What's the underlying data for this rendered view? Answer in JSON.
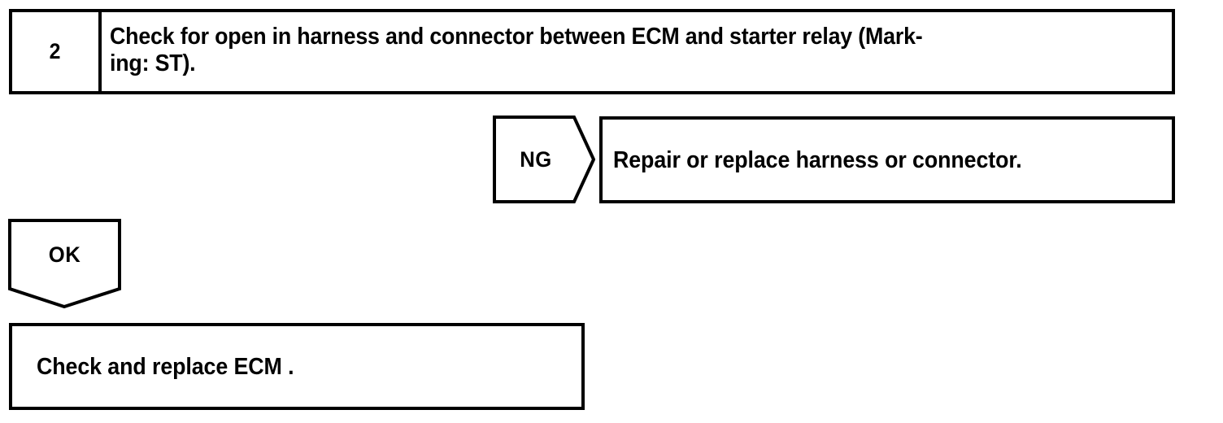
{
  "diagram": {
    "type": "troubleshooting-flowchart",
    "ink_color": "#000000",
    "background_color": "#ffffff"
  },
  "step": {
    "number": "2",
    "instruction": "Check for open in harness and connector between ECM and starter relay (Mark-\ning: ST)."
  },
  "branches": {
    "ng": {
      "label": "NG",
      "shape": "pentagon-right",
      "result_text": "Repair or replace harness or connector."
    },
    "ok": {
      "label": "OK",
      "shape": "pentagon-down",
      "result_text": "Check and replace ECM ."
    }
  }
}
